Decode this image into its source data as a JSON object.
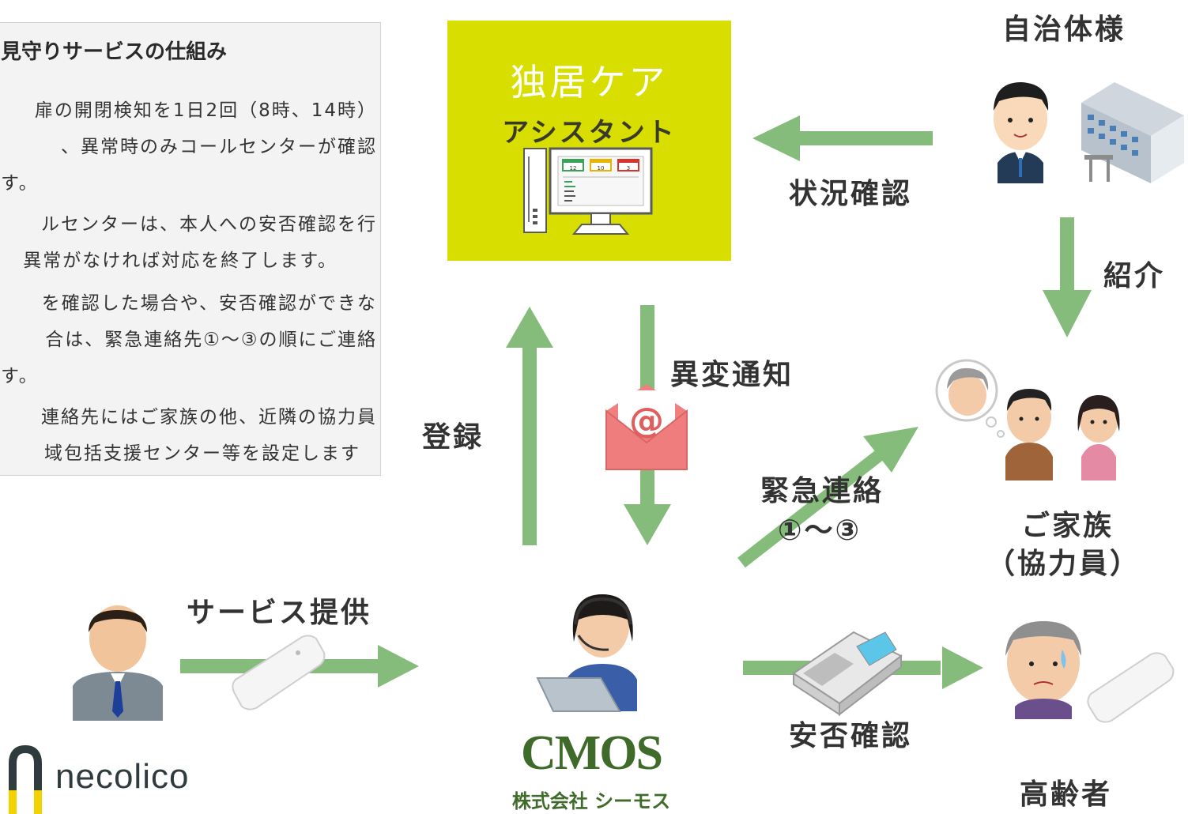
{
  "colors": {
    "arrow": "#86bc7b",
    "app_bg": "#d7de00",
    "box_bg": "#f3f3f3",
    "mail": "#f08080"
  },
  "info": {
    "title": "見守りサービスの仕組み",
    "paragraphs": [
      [
        "扉の開閉検知を1日2回（8時、14時）",
        "、異常時のみコールセンターが確認",
        "す。"
      ],
      [
        "ルセンターは、本人への安否確認を行",
        "異常がなければ対応を終了します。"
      ],
      [
        "を確認した場合や、安否確認ができな",
        "合は、緊急連絡先①～③の順にご連絡",
        "す。"
      ],
      [
        "連絡先にはご家族の他、近隣の協力員",
        "域包括支援センター等を設定します"
      ]
    ]
  },
  "app_card": {
    "title_line1": "独居ケア",
    "title_line2": "アシスタント"
  },
  "labels": {
    "municipality": "自治体様",
    "status_check": "状況確認",
    "introduction": "紹介",
    "anomaly_notice": "異変通知",
    "registration": "登録",
    "emergency_line1": "緊急連絡",
    "emergency_line2": "①～③",
    "family_line1": "ご家族",
    "family_line2": "（協力員）",
    "service": "サービス提供",
    "safety_check": "安否確認",
    "elderly": "高齢者"
  },
  "monitor_tiles": [
    "12",
    "10",
    "3"
  ],
  "logos": {
    "necolico": "necolico",
    "cmos": "CMOS",
    "cmos_company": "株式会社 シーモス"
  }
}
